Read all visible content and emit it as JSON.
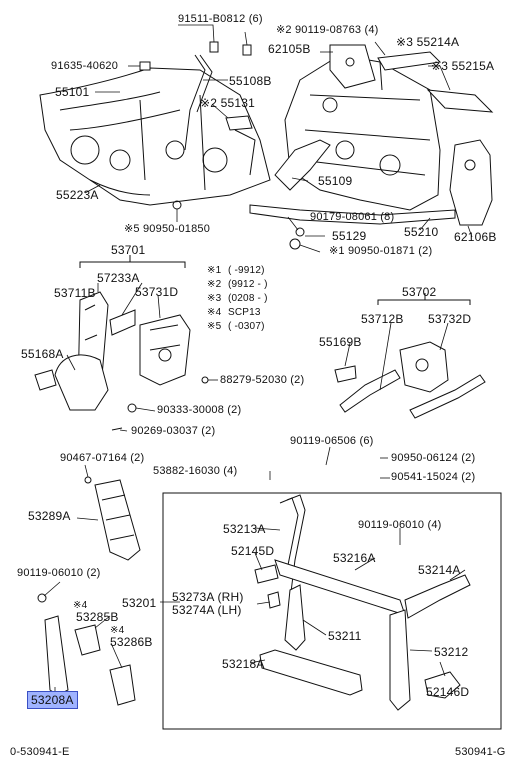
{
  "labels": {
    "p91511": "91511-B0812 (6)",
    "p90119_08763": "※2 90119-08763 (4)",
    "p55214A": "※3 55214A",
    "p62105B": "62105B",
    "p55215A": "※3 55215A",
    "p91635": "91635-40620",
    "p55108B": "55108B",
    "p55101": "55101",
    "p55131": "※2 55131",
    "p55223A": "55223A",
    "p55109": "55109",
    "p90950_01850": "※5 90950-01850",
    "p90179": "90179-08061 (8)",
    "p55210": "55210",
    "p62106B": "62106B",
    "p55129": "55129",
    "p90950_01871": "※1 90950-01871 (2)",
    "p53701": "53701",
    "p57233A": "57233A",
    "p53711B": "53711B",
    "p53731D": "53731D",
    "p53702": "53702",
    "p53712B": "53712B",
    "p53732D": "53732D",
    "p55168A": "55168A",
    "p55169B": "55169B",
    "p88279": "88279-52030 (2)",
    "p90333": "90333-30008 (2)",
    "p90269": "90269-03037 (2)",
    "p90467": "90467-07164 (2)",
    "p90119_06506": "90119-06506 (6)",
    "p90950_06124": "90950-06124 (2)",
    "p53882": "53882-16030 (4)",
    "p90541": "90541-15024 (2)",
    "p53289A": "53289A",
    "p53213A": "53213A",
    "p90119_06010_r": "90119-06010 (4)",
    "p52145D": "52145D",
    "p53216A": "53216A",
    "p53214A": "53214A",
    "p90119_06010_l": "90119-06010 (2)",
    "p53201": "53201",
    "p53273A": "53273A (RH)",
    "p53274A": "53274A (LH)",
    "p53285B": "53285B",
    "p53286B": "53286B",
    "p53211": "53211",
    "p53212": "53212",
    "p53218A": "53218A",
    "p52146D": "52146D",
    "p53208A": "53208A",
    "star4a": "※4",
    "star4b": "※4"
  },
  "notes": [
    {
      "mark": "※1",
      "text": "(       -9912)"
    },
    {
      "mark": "※2",
      "text": "(9912 -       )"
    },
    {
      "mark": "※3",
      "text": "(0208 -       )"
    },
    {
      "mark": "※4",
      "text": "SCP13"
    },
    {
      "mark": "※5",
      "text": "(       -0307)"
    }
  ],
  "footer": {
    "left_code": "0-530941-E",
    "right_code": "530941-G"
  },
  "highlight": {
    "part": "53208A",
    "color": "#9fb3ff"
  }
}
